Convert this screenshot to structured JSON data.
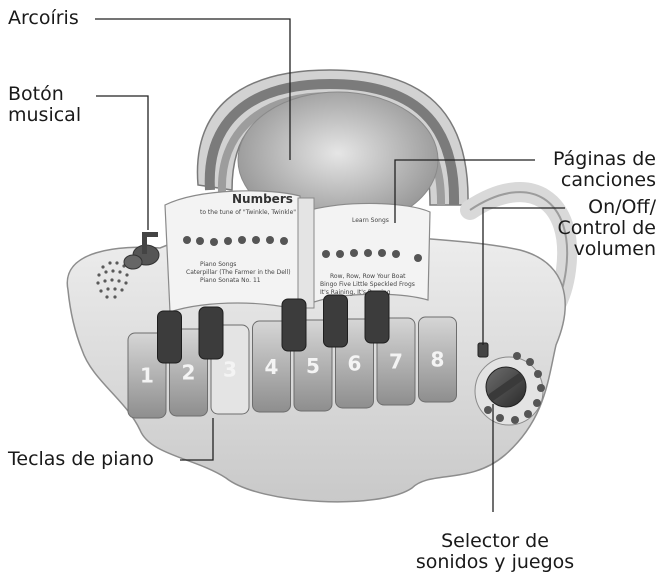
{
  "labels": {
    "rainbow": "Arcoíris",
    "music_button_line1": "Botón",
    "music_button_line2": "musical",
    "song_pages_line1": "Páginas de",
    "song_pages_line2": "canciones",
    "power_line1": "On/Off/",
    "power_line2": "Control de",
    "power_line3": "volumen",
    "piano_keys": "Teclas de piano",
    "selector_line1": "Selector de",
    "selector_line2": "sonidos y juegos"
  },
  "toy": {
    "left_page_title": "Numbers",
    "left_page_subtitle": "to the tune of \"Twinkle, Twinkle\"",
    "left_page_lines": [
      "Piano Songs",
      "Caterpillar (The Farmer in the Dell)",
      "Piano Sonata No. 11"
    ],
    "right_page_title": "Learn Songs",
    "right_page_lines": [
      "Row, Row, Row Your Boat",
      "Bingo   Five Little Speckled Frogs",
      "It's Raining, It's Pouring"
    ],
    "key_numbers": [
      "1",
      "2",
      "3",
      "4",
      "5",
      "6",
      "7",
      "8"
    ]
  }
}
